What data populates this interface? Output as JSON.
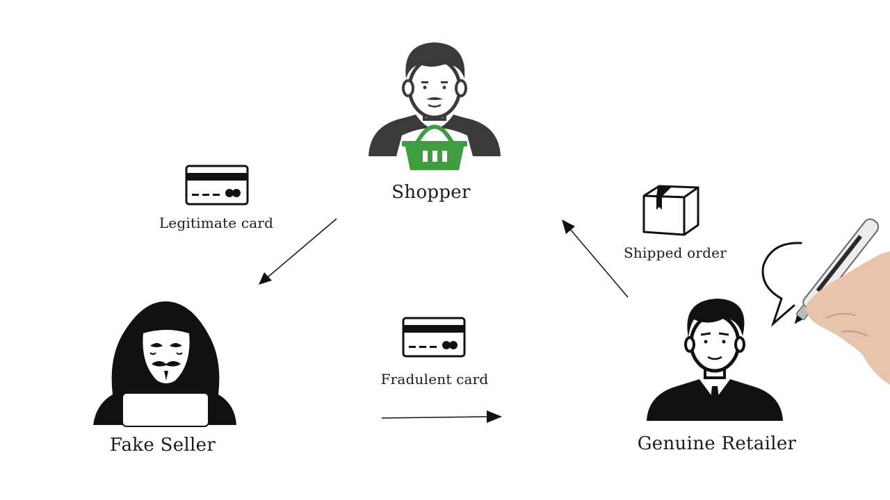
{
  "nodes": {
    "shopper": {
      "label": "Shopper",
      "icon": "shopper-with-basket-icon",
      "accent": "#3f9c3f"
    },
    "fake_seller": {
      "label": "Fake Seller",
      "icon": "hooded-hacker-mask-icon"
    },
    "retailer": {
      "label": "Genuine Retailer",
      "icon": "businessman-icon"
    }
  },
  "edges": {
    "legitimate_card": {
      "label": "Legitimate card",
      "icon": "credit-card-icon"
    },
    "fraudulent_card": {
      "label": "Fradulent card",
      "icon": "credit-card-icon"
    },
    "shipped_order": {
      "label": "Shipped order",
      "icon": "package-box-icon"
    }
  },
  "colors": {
    "figure": "#3a3a3a",
    "basket": "#3f9c3f",
    "ink": "#111111",
    "background": "#ffffff"
  }
}
